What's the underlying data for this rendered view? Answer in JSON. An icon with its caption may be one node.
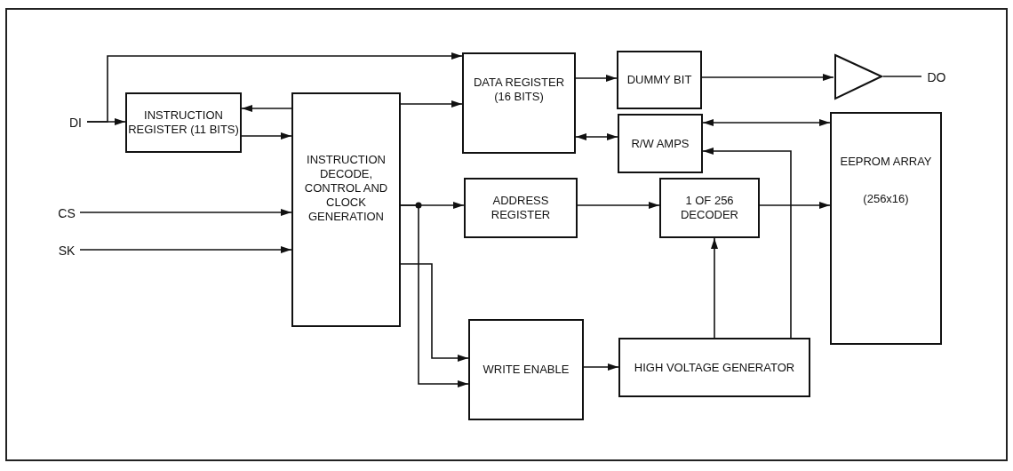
{
  "diagram": {
    "nodes": [
      {
        "text": [
          "DI"
        ]
      },
      {
        "text": [
          "CS"
        ]
      },
      {
        "text": [
          "SK"
        ]
      },
      {
        "text": [
          "INSTRUCTION REGISTER (11 BITS)"
        ]
      },
      {
        "text": [
          "INSTRUCTION DECODE, CONTROL AND CLOCK GENERATION"
        ]
      },
      {
        "text": [
          "DATA REGISTER (16 BITS)"
        ]
      },
      {
        "text": [
          "DUMMY BIT"
        ]
      },
      {
        "text": [
          "R/W AMPS"
        ]
      },
      {
        "text": [
          "ADDRESS REGISTER"
        ]
      },
      {
        "text": [
          "1 OF 256 DECODER"
        ]
      },
      {
        "text": [
          "EEPROM ARRAY",
          "(256x16)"
        ]
      },
      {
        "text": [
          "WRITE ENABLE"
        ]
      },
      {
        "text": [
          "HIGH VOLTAGE GENERATOR"
        ]
      },
      {
        "text": [],
        "shape": "triangle"
      },
      {
        "text": [
          "DO"
        ]
      }
    ],
    "edges": [
      {
        "from": 0,
        "to": 3,
        "arrow": "to"
      },
      {
        "from": 0,
        "to": 5,
        "arrow": "to"
      },
      {
        "from": 4,
        "to": 3,
        "arrow": "to"
      },
      {
        "from": 3,
        "to": 4,
        "arrow": "to"
      },
      {
        "from": 1,
        "to": 4,
        "arrow": "to"
      },
      {
        "from": 2,
        "to": 4,
        "arrow": "to"
      },
      {
        "from": 4,
        "to": 5,
        "arrow": "to"
      },
      {
        "from": 5,
        "to": 6,
        "arrow": "to"
      },
      {
        "from": 6,
        "to": 13,
        "arrow": "to"
      },
      {
        "from": 13,
        "to": 14,
        "arrow": "none"
      },
      {
        "from": 5,
        "to": 7,
        "arrow": "both"
      },
      {
        "from": 7,
        "to": 10,
        "arrow": "both"
      },
      {
        "from": 12,
        "to": 7,
        "arrow": "to"
      },
      {
        "from": 4,
        "to": 8,
        "arrow": "to"
      },
      {
        "from": 8,
        "to": 9,
        "arrow": "to"
      },
      {
        "from": 9,
        "to": 10,
        "arrow": "to"
      },
      {
        "from": 12,
        "to": 9,
        "arrow": "to"
      },
      {
        "from": 4,
        "to": 11,
        "arrow": "to"
      },
      {
        "from": 4,
        "to": 11,
        "arrow": "to"
      },
      {
        "from": 11,
        "to": 12,
        "arrow": "to"
      }
    ]
  }
}
